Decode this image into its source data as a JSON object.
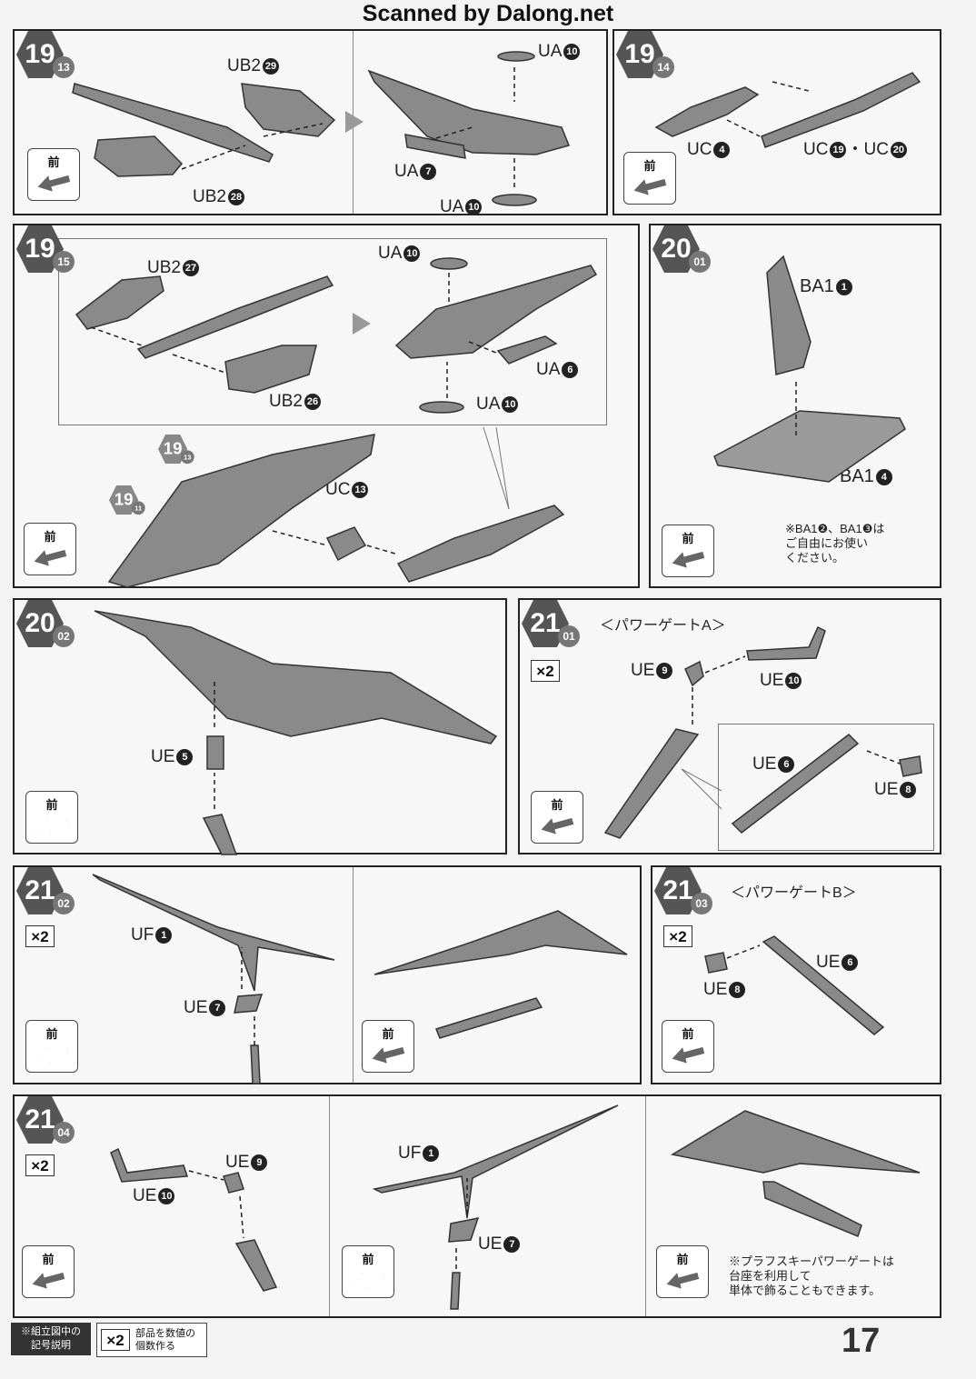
{
  "header": {
    "scan_credit": "Scanned by Dalong.net"
  },
  "front_label": "前",
  "steps": {
    "s19_13": {
      "num": "19",
      "sub": "13"
    },
    "s19_14": {
      "num": "19",
      "sub": "14"
    },
    "s19_15": {
      "num": "19",
      "sub": "15"
    },
    "s20_01": {
      "num": "20",
      "sub": "01"
    },
    "s20_02": {
      "num": "20",
      "sub": "02"
    },
    "s21_01": {
      "num": "21",
      "sub": "01"
    },
    "s21_02": {
      "num": "21",
      "sub": "02"
    },
    "s21_03": {
      "num": "21",
      "sub": "03"
    },
    "s21_04": {
      "num": "21",
      "sub": "04"
    },
    "ref19_13": {
      "num": "19",
      "sub": "13"
    },
    "ref19_11": {
      "num": "19",
      "sub": "11"
    }
  },
  "labels": {
    "ub2": "UB2",
    "ua": "UA",
    "uc": "UC",
    "ba1": "BA1",
    "ue": "UE",
    "uf": "UF",
    "dot": "・",
    "n29": "29",
    "n28": "28",
    "n10": "10",
    "n7": "7",
    "n4": "4",
    "n19": "19",
    "n20": "20",
    "n27": "27",
    "n26": "26",
    "n6": "6",
    "n13": "13",
    "n1": "1",
    "n2": "2",
    "n5": "5",
    "n9": "9",
    "n8": "8"
  },
  "subtitles": {
    "power_gate_a": "＜パワーゲートA＞",
    "power_gate_b": "＜パワーゲートB＞"
  },
  "multiplier": "×2",
  "notes": {
    "ba1_note": "※BA1❷、BA1❸は\nご自由にお使い\nください。",
    "display_note": "※プラフスキーパワーゲートは\n台座を利用して\n単体で飾ることもできます。"
  },
  "footer": {
    "legend_title": "※組立図中の\n記号説明",
    "legend_desc": "部品を数値の\n個数作る",
    "page_number": "17"
  }
}
